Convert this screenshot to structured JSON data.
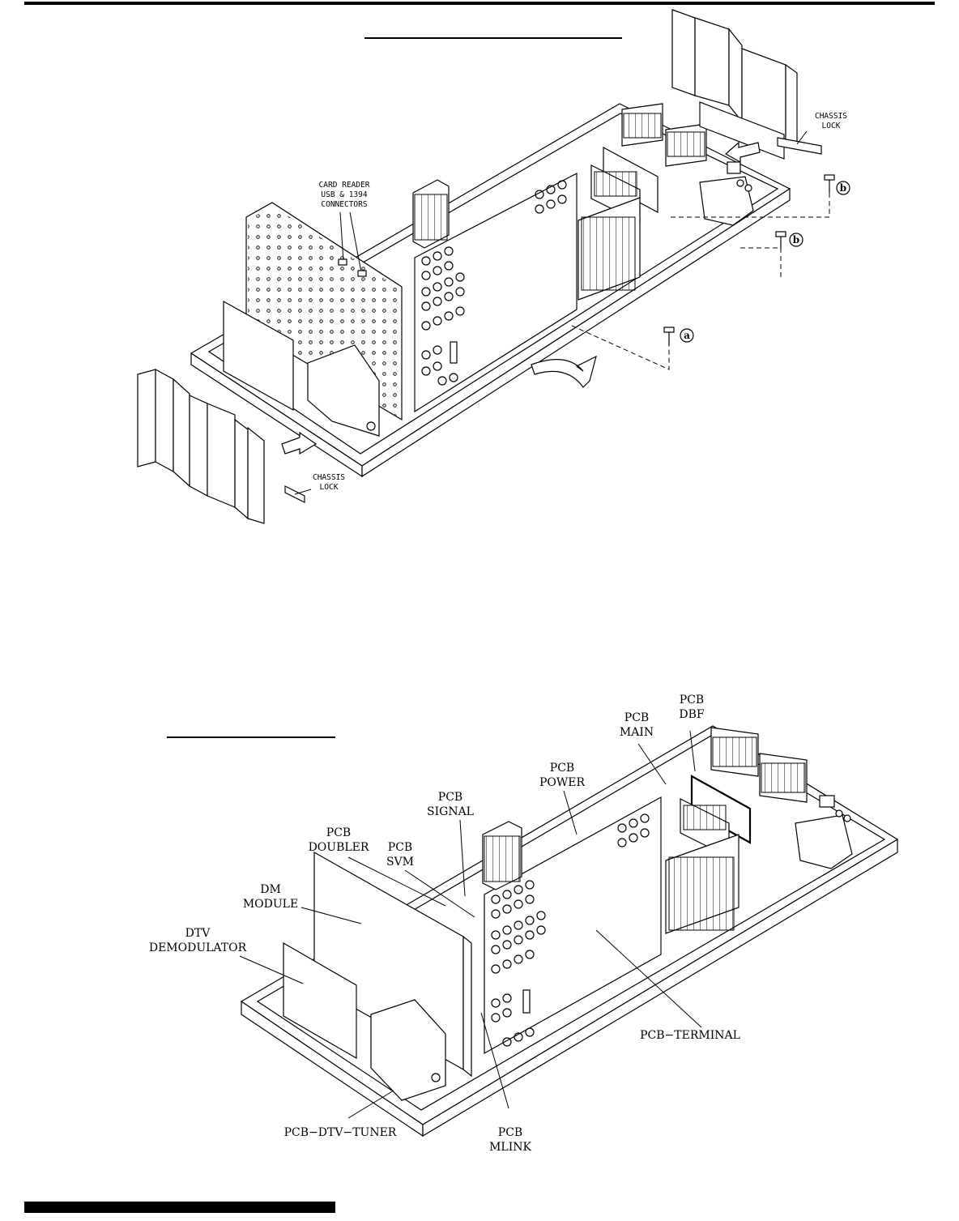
{
  "top_diagram": {
    "title": "",
    "labels": {
      "chassis_lock_top": [
        "CHASSIS",
        "LOCK"
      ],
      "chassis_lock_bottom": [
        "CHASSIS",
        "LOCK"
      ],
      "card_reader": [
        "CARD READER",
        "USB & 1394",
        "CONNECTORS"
      ],
      "screw_a": "a",
      "screw_b1": "b",
      "screw_b2": "b"
    }
  },
  "bottom_diagram": {
    "title": "",
    "labels": {
      "pcb_dbf": [
        "PCB",
        "DBF"
      ],
      "pcb_main": [
        "PCB",
        "MAIN"
      ],
      "pcb_power": [
        "PCB",
        "POWER"
      ],
      "pcb_signal": [
        "PCB",
        "SIGNAL"
      ],
      "pcb_doubler": [
        "PCB",
        "DOUBLER"
      ],
      "pcb_svm": [
        "PCB",
        "SVM"
      ],
      "dm_module": [
        "DM",
        "MODULE"
      ],
      "dtv_demodulator": [
        "DTV",
        "DEMODULATOR"
      ],
      "pcb_terminal": "PCB−TERMINAL",
      "pcb_dtv_tuner": "PCB−DTV−TUNER",
      "pcb_mlink": [
        "PCB",
        "MLINK"
      ]
    }
  },
  "colors": {
    "ink": "#000000",
    "paper": "#ffffff"
  }
}
